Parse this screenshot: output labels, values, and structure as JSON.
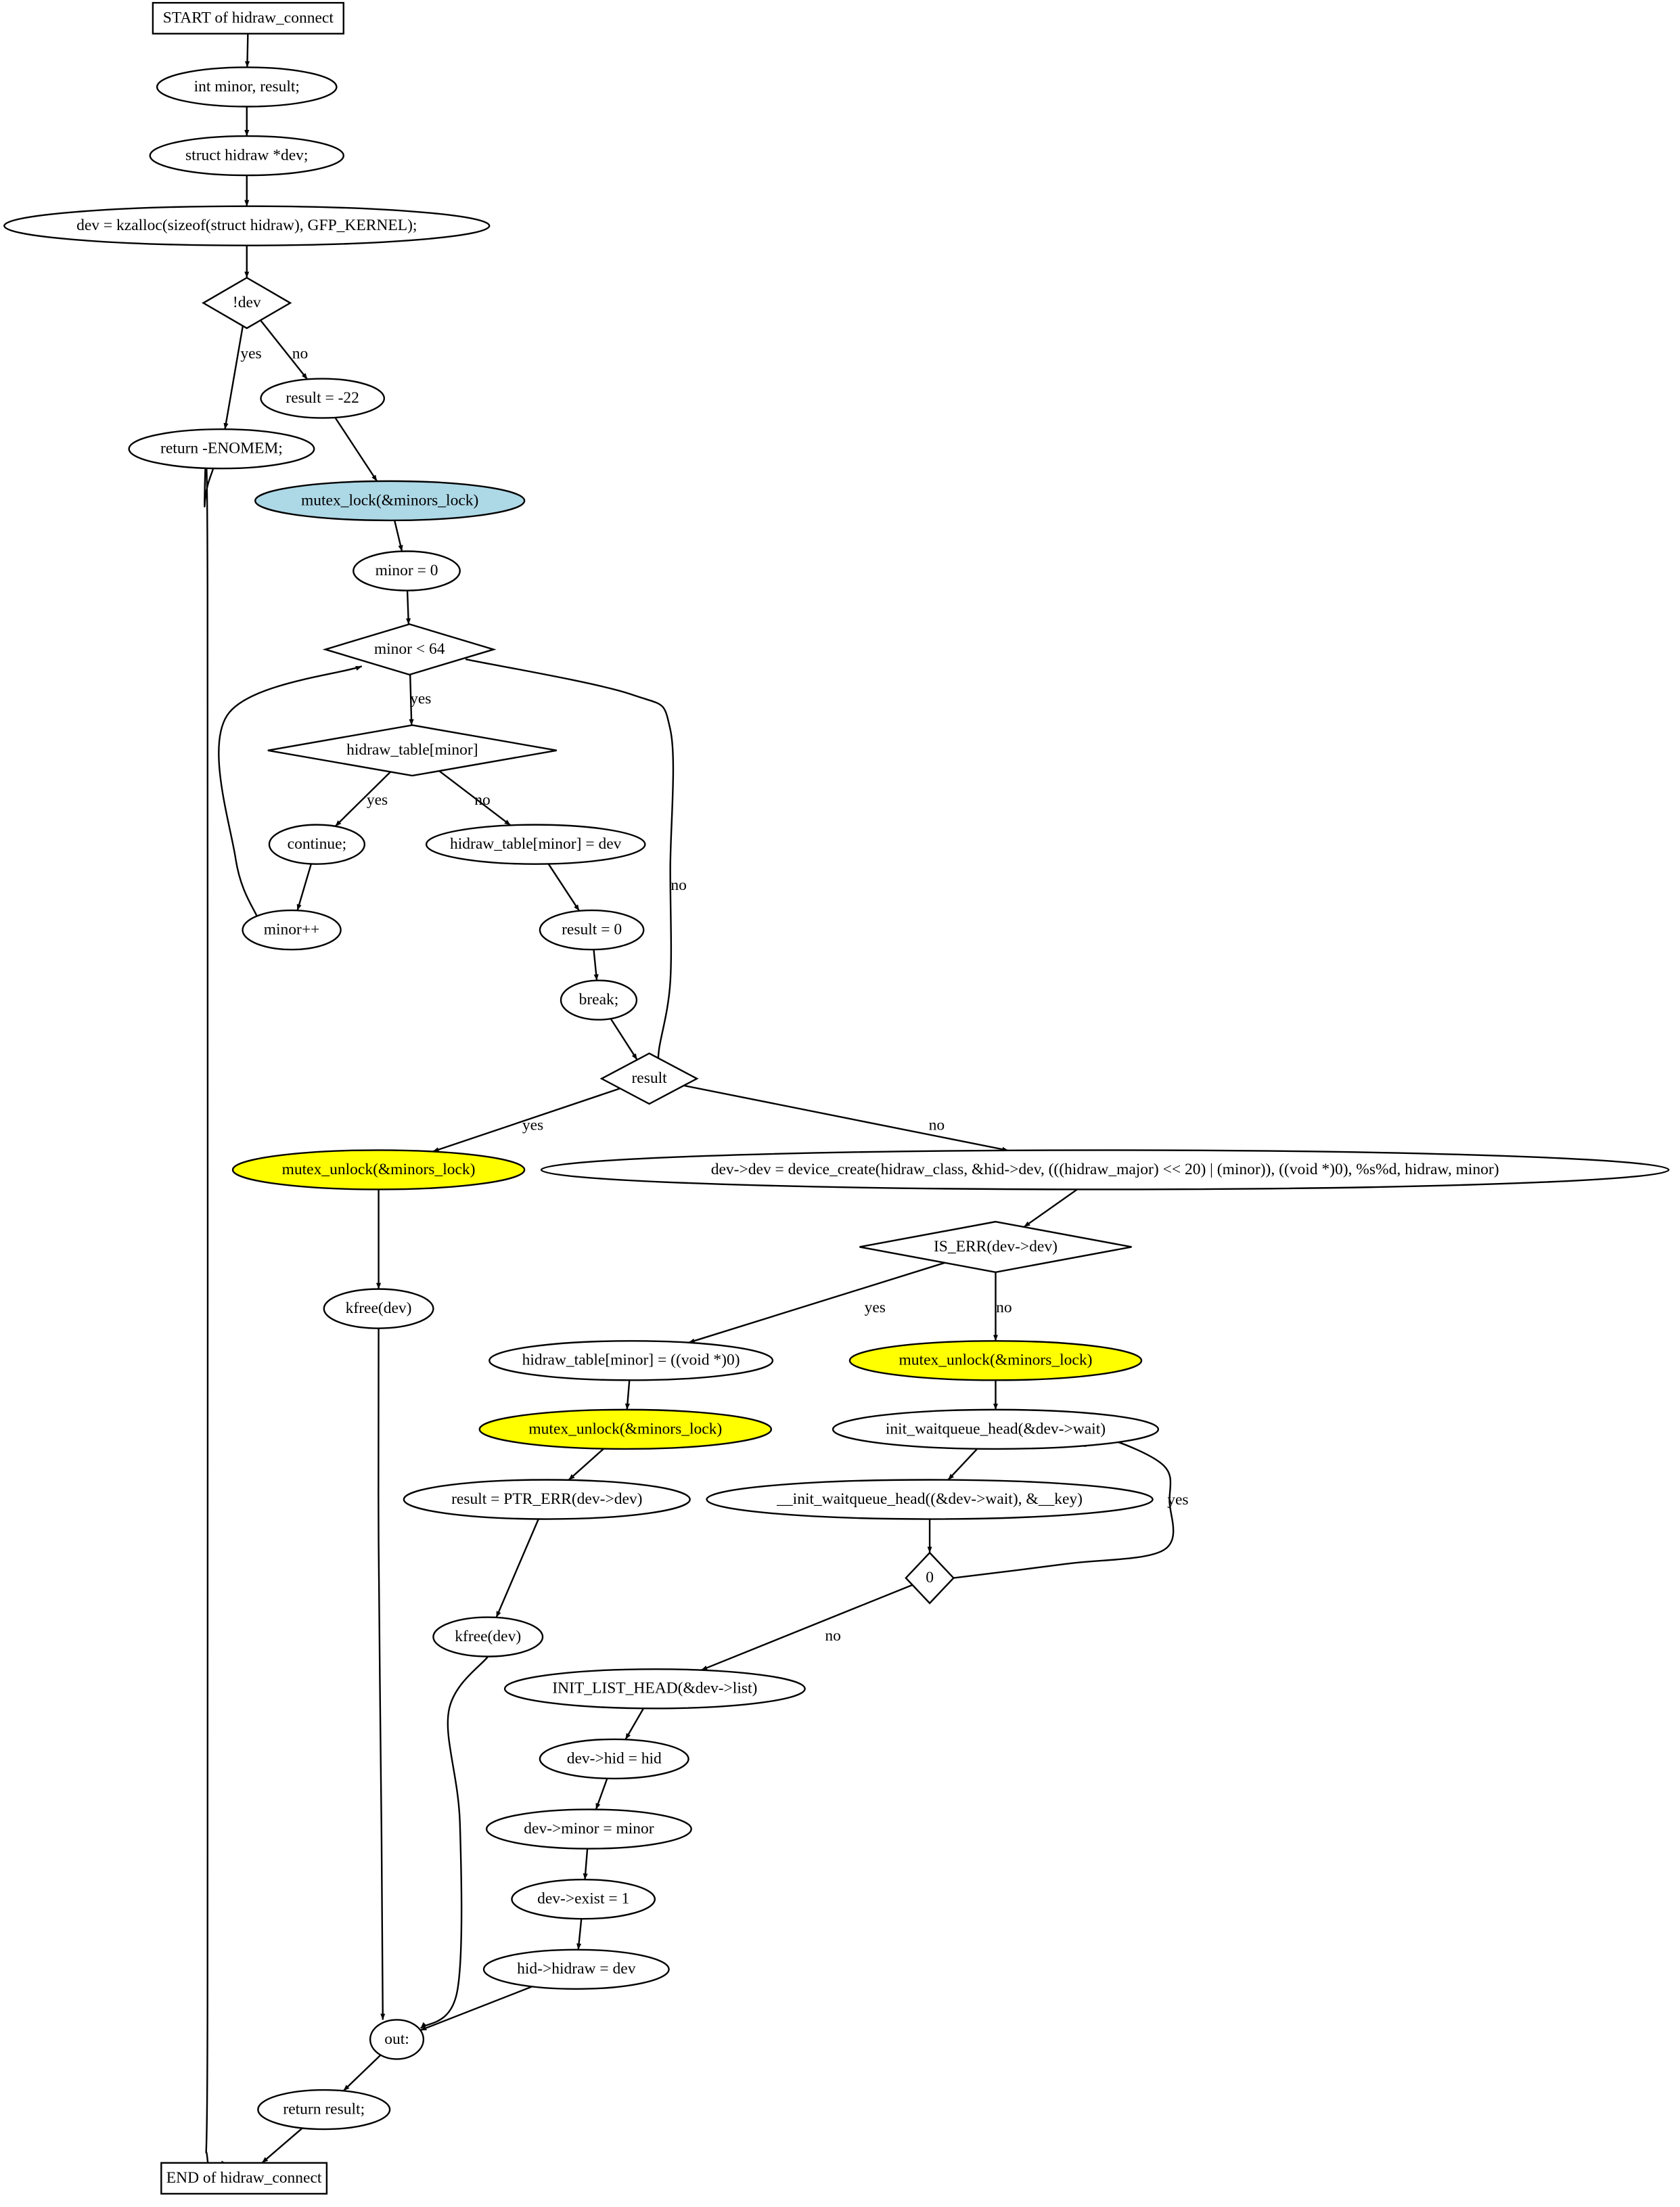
{
  "diagram": {
    "nodes": [
      {
        "id": "start",
        "label": "START of hidraw_connect",
        "shape": "box",
        "fill": "#ffffff"
      },
      {
        "id": "n1",
        "label": "int minor, result;",
        "shape": "ellipse",
        "fill": "#ffffff"
      },
      {
        "id": "n2",
        "label": "struct hidraw *dev;",
        "shape": "ellipse",
        "fill": "#ffffff"
      },
      {
        "id": "n3",
        "label": "dev = kzalloc(sizeof(struct hidraw), GFP_KERNEL);",
        "shape": "ellipse",
        "fill": "#ffffff"
      },
      {
        "id": "d_dev",
        "label": "!dev",
        "shape": "diamond",
        "fill": "#ffffff"
      },
      {
        "id": "ret_nomem",
        "label": "return -ENOMEM;",
        "shape": "ellipse",
        "fill": "#ffffff"
      },
      {
        "id": "res22",
        "label": "result = -22",
        "shape": "ellipse",
        "fill": "#ffffff"
      },
      {
        "id": "lock",
        "label": "mutex_lock(&minors_lock)",
        "shape": "ellipse",
        "fill": "#add8e6"
      },
      {
        "id": "minor0",
        "label": "minor = 0",
        "shape": "ellipse",
        "fill": "#ffffff"
      },
      {
        "id": "d_minor",
        "label": "minor < 64",
        "shape": "diamond",
        "fill": "#ffffff"
      },
      {
        "id": "d_table",
        "label": "hidraw_table[minor]",
        "shape": "diamond",
        "fill": "#ffffff"
      },
      {
        "id": "cont",
        "label": "continue;",
        "shape": "ellipse",
        "fill": "#ffffff"
      },
      {
        "id": "assign",
        "label": "hidraw_table[minor] = dev",
        "shape": "ellipse",
        "fill": "#ffffff"
      },
      {
        "id": "minorpp",
        "label": "minor++",
        "shape": "ellipse",
        "fill": "#ffffff"
      },
      {
        "id": "res0",
        "label": "result = 0",
        "shape": "ellipse",
        "fill": "#ffffff"
      },
      {
        "id": "brk",
        "label": "break;",
        "shape": "ellipse",
        "fill": "#ffffff"
      },
      {
        "id": "d_result",
        "label": "result",
        "shape": "diamond",
        "fill": "#ffffff"
      },
      {
        "id": "unlock1",
        "label": "mutex_unlock(&minors_lock)",
        "shape": "ellipse",
        "fill": "#ffff00"
      },
      {
        "id": "create",
        "label": "dev->dev = device_create(hidraw_class, &hid->dev, (((hidraw_major) << 20) | (minor)), ((void *)0), %s%d, hidraw, minor)",
        "shape": "ellipse",
        "fill": "#ffffff"
      },
      {
        "id": "kfree1",
        "label": "kfree(dev)",
        "shape": "ellipse",
        "fill": "#ffffff"
      },
      {
        "id": "d_iserr",
        "label": "IS_ERR(dev->dev)",
        "shape": "diamond",
        "fill": "#ffffff"
      },
      {
        "id": "tblnull",
        "label": "hidraw_table[minor] = ((void *)0)",
        "shape": "ellipse",
        "fill": "#ffffff"
      },
      {
        "id": "unlock2",
        "label": "mutex_unlock(&minors_lock)",
        "shape": "ellipse",
        "fill": "#ffff00"
      },
      {
        "id": "unlock3",
        "label": "mutex_unlock(&minors_lock)",
        "shape": "ellipse",
        "fill": "#ffff00"
      },
      {
        "id": "ptrerr",
        "label": "result = PTR_ERR(dev->dev)",
        "shape": "ellipse",
        "fill": "#ffffff"
      },
      {
        "id": "initwq",
        "label": "init_waitqueue_head(&dev->wait)",
        "shape": "ellipse",
        "fill": "#ffffff"
      },
      {
        "id": "initwq2",
        "label": "__init_waitqueue_head((&dev->wait), &__key)",
        "shape": "ellipse",
        "fill": "#ffffff"
      },
      {
        "id": "d_zero",
        "label": "0",
        "shape": "diamond",
        "fill": "#ffffff"
      },
      {
        "id": "kfree2",
        "label": "kfree(dev)",
        "shape": "ellipse",
        "fill": "#ffffff"
      },
      {
        "id": "initlist",
        "label": "INIT_LIST_HEAD(&dev->list)",
        "shape": "ellipse",
        "fill": "#ffffff"
      },
      {
        "id": "devhid",
        "label": "dev->hid = hid",
        "shape": "ellipse",
        "fill": "#ffffff"
      },
      {
        "id": "devminor",
        "label": "dev->minor = minor",
        "shape": "ellipse",
        "fill": "#ffffff"
      },
      {
        "id": "devexist",
        "label": "dev->exist = 1",
        "shape": "ellipse",
        "fill": "#ffffff"
      },
      {
        "id": "hidhidraw",
        "label": "hid->hidraw = dev",
        "shape": "ellipse",
        "fill": "#ffffff"
      },
      {
        "id": "out",
        "label": "out:",
        "shape": "ellipse",
        "fill": "#ffffff"
      },
      {
        "id": "retres",
        "label": "return result;",
        "shape": "ellipse",
        "fill": "#ffffff"
      },
      {
        "id": "end",
        "label": "END of hidraw_connect",
        "shape": "box",
        "fill": "#ffffff"
      }
    ],
    "edges": [
      {
        "from": "start",
        "to": "n1",
        "label": ""
      },
      {
        "from": "n1",
        "to": "n2",
        "label": ""
      },
      {
        "from": "n2",
        "to": "n3",
        "label": ""
      },
      {
        "from": "n3",
        "to": "d_dev",
        "label": ""
      },
      {
        "from": "d_dev",
        "to": "ret_nomem",
        "label": "yes"
      },
      {
        "from": "d_dev",
        "to": "res22",
        "label": "no"
      },
      {
        "from": "res22",
        "to": "lock",
        "label": ""
      },
      {
        "from": "lock",
        "to": "minor0",
        "label": ""
      },
      {
        "from": "minor0",
        "to": "d_minor",
        "label": ""
      },
      {
        "from": "d_minor",
        "to": "d_table",
        "label": "yes"
      },
      {
        "from": "d_minor",
        "to": "d_result",
        "label": "no"
      },
      {
        "from": "d_table",
        "to": "cont",
        "label": "yes"
      },
      {
        "from": "d_table",
        "to": "assign",
        "label": "no"
      },
      {
        "from": "cont",
        "to": "minorpp",
        "label": ""
      },
      {
        "from": "minorpp",
        "to": "d_minor",
        "label": ""
      },
      {
        "from": "assign",
        "to": "res0",
        "label": ""
      },
      {
        "from": "res0",
        "to": "brk",
        "label": ""
      },
      {
        "from": "brk",
        "to": "d_result",
        "label": ""
      },
      {
        "from": "d_result",
        "to": "unlock1",
        "label": "yes"
      },
      {
        "from": "d_result",
        "to": "create",
        "label": "no"
      },
      {
        "from": "unlock1",
        "to": "kfree1",
        "label": ""
      },
      {
        "from": "kfree1",
        "to": "out",
        "label": ""
      },
      {
        "from": "create",
        "to": "d_iserr",
        "label": ""
      },
      {
        "from": "d_iserr",
        "to": "tblnull",
        "label": "yes"
      },
      {
        "from": "d_iserr",
        "to": "unlock3",
        "label": "no"
      },
      {
        "from": "tblnull",
        "to": "unlock2",
        "label": ""
      },
      {
        "from": "unlock2",
        "to": "ptrerr",
        "label": ""
      },
      {
        "from": "ptrerr",
        "to": "kfree2",
        "label": ""
      },
      {
        "from": "kfree2",
        "to": "out",
        "label": ""
      },
      {
        "from": "unlock3",
        "to": "initwq",
        "label": ""
      },
      {
        "from": "initwq",
        "to": "initwq2",
        "label": ""
      },
      {
        "from": "initwq2",
        "to": "d_zero",
        "label": ""
      },
      {
        "from": "d_zero",
        "to": "initwq",
        "label": "yes"
      },
      {
        "from": "d_zero",
        "to": "initlist",
        "label": "no"
      },
      {
        "from": "initlist",
        "to": "devhid",
        "label": ""
      },
      {
        "from": "devhid",
        "to": "devminor",
        "label": ""
      },
      {
        "from": "devminor",
        "to": "devexist",
        "label": ""
      },
      {
        "from": "devexist",
        "to": "hidhidraw",
        "label": ""
      },
      {
        "from": "hidhidraw",
        "to": "out",
        "label": ""
      },
      {
        "from": "out",
        "to": "retres",
        "label": ""
      },
      {
        "from": "retres",
        "to": "end",
        "label": ""
      },
      {
        "from": "ret_nomem",
        "to": "end",
        "label": ""
      }
    ]
  }
}
